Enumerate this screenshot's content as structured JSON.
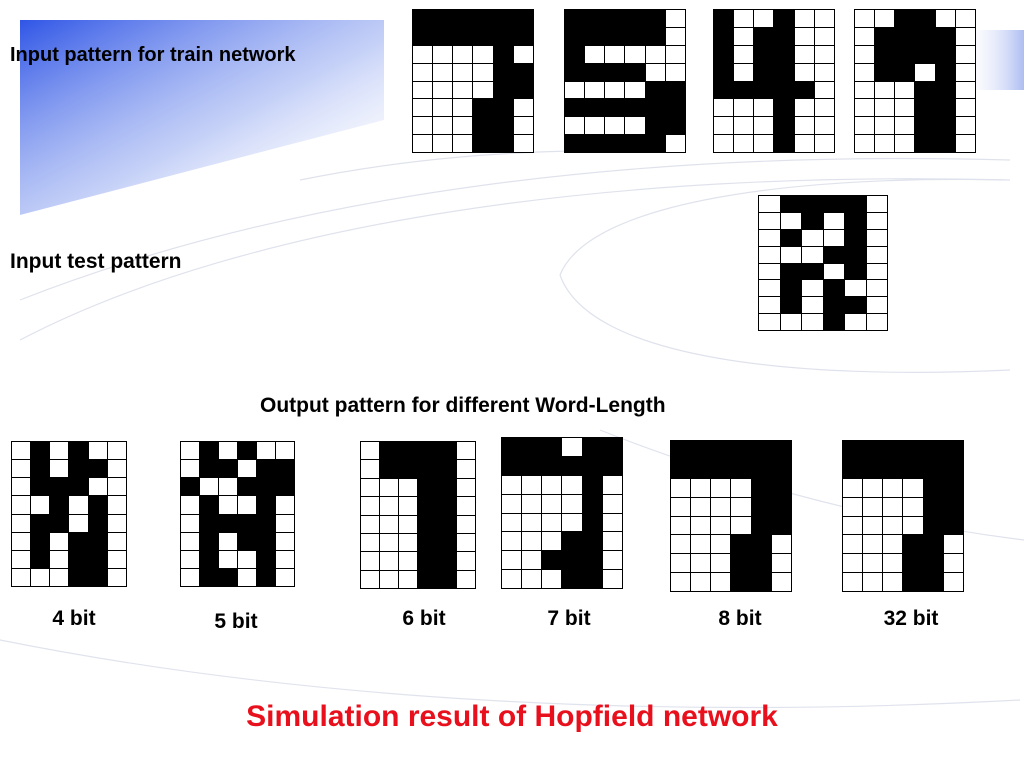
{
  "labels": {
    "train": "Input pattern for train network",
    "test": "Input test pattern",
    "output": "Output pattern for different Word-Length",
    "title": "Simulation result of Hopfield network"
  },
  "colors": {
    "title": "#e8101c",
    "banner_blue": "#2f55e6",
    "cell_on": "#000000",
    "cell_off": "#ffffff"
  },
  "train_patterns": [
    {
      "name": "seven",
      "rows": [
        "111111",
        "111111",
        "000010",
        "000011",
        "000011",
        "000110",
        "000110",
        "000110"
      ]
    },
    {
      "name": "five",
      "rows": [
        "111110",
        "111110",
        "100000",
        "111100",
        "000011",
        "111111",
        "000011",
        "111110"
      ]
    },
    {
      "name": "four",
      "rows": [
        "100100",
        "101100",
        "101100",
        "101100",
        "111110",
        "000100",
        "000100",
        "000100"
      ]
    },
    {
      "name": "nine",
      "rows": [
        "001100",
        "011110",
        "011110",
        "011010",
        "000110",
        "000110",
        "000110",
        "000110"
      ]
    }
  ],
  "test_pattern": {
    "name": "noisy",
    "rows": [
      "011110",
      "001010",
      "010010",
      "000110",
      "011010",
      "010100",
      "010110",
      "000100"
    ]
  },
  "outputs": [
    {
      "label": "4 bit",
      "rows": [
        "010100",
        "010110",
        "011100",
        "001010",
        "011010",
        "010110",
        "010110",
        "000110"
      ]
    },
    {
      "label": "5 bit",
      "rows": [
        "010100",
        "011011",
        "100111",
        "010010",
        "011110",
        "010110",
        "010010",
        "011010"
      ]
    },
    {
      "label": "6 bit",
      "rows": [
        "011110",
        "011110",
        "000110",
        "000110",
        "000110",
        "000110",
        "000110",
        "000110"
      ]
    },
    {
      "label": "7 bit",
      "rows": [
        "111011",
        "111111",
        "000010",
        "000010",
        "000010",
        "000110",
        "001110",
        "000110"
      ]
    },
    {
      "label": "8 bit",
      "rows": [
        "111111",
        "111111",
        "000011",
        "000011",
        "000011",
        "000110",
        "000110",
        "000110"
      ]
    },
    {
      "label": "32 bit",
      "rows": [
        "111111",
        "111111",
        "000011",
        "000011",
        "000011",
        "000110",
        "000110",
        "000110"
      ]
    }
  ]
}
